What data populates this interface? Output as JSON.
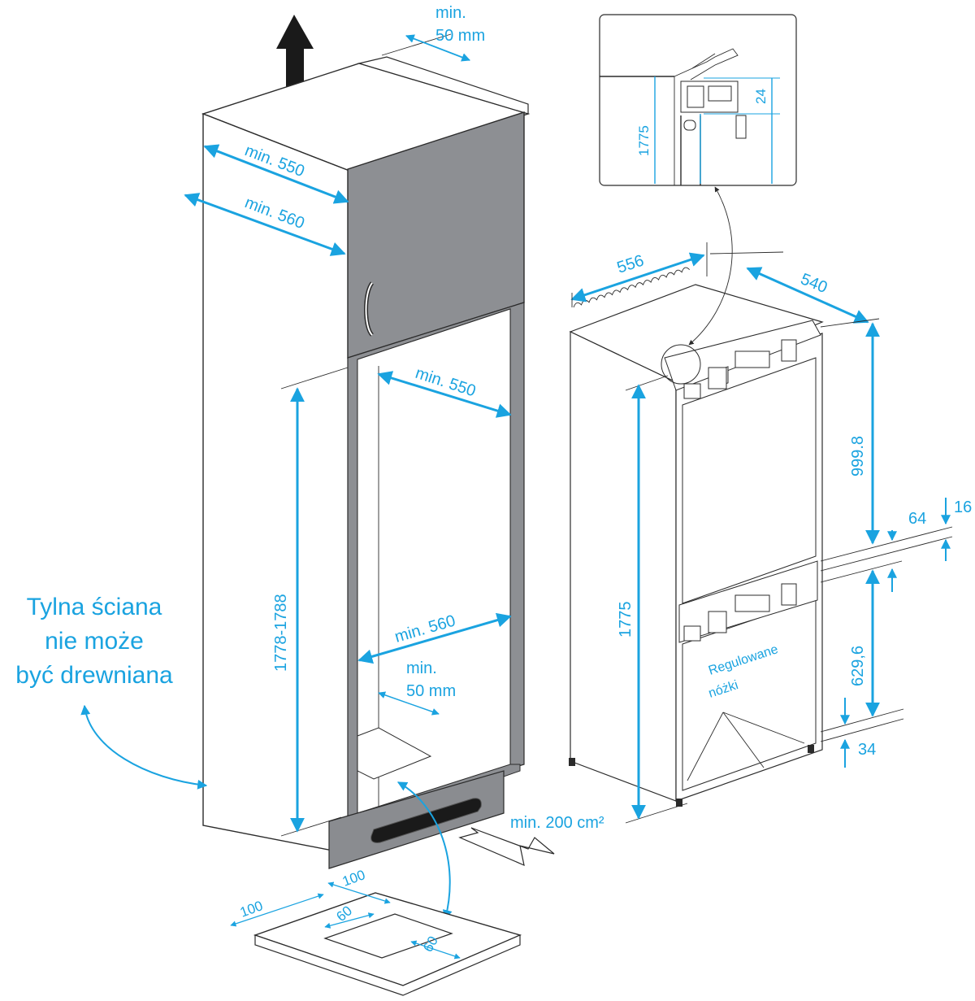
{
  "cabinet": {
    "top_clearance": "min.\n50 mm",
    "top_clearance_line1": "min.",
    "top_clearance_line2": "50 mm",
    "depth_top_550": "min. 550",
    "depth_top_560": "min. 560",
    "inner_depth_550": "min. 550",
    "inner_depth_560": "min. 560",
    "bottom_clearance_line1": "min.",
    "bottom_clearance_line2": "50 mm",
    "niche_height": "1778-1788",
    "vent_area": "min. 200 cm²"
  },
  "wall_note": {
    "line1": "Tylna ściana",
    "line2": "nie może",
    "line3": "być drewniana"
  },
  "plinth": {
    "a": "100",
    "b": "100",
    "c": "60",
    "d": "60"
  },
  "fridge": {
    "width": "556",
    "depth": "540",
    "height": "1775",
    "upper_door": "999.8",
    "lower_door": "629,6",
    "gap_64": "64",
    "gap_16": "16",
    "gap_34": "34",
    "feet_label_line1": "Regulowane",
    "feet_label_line2": "nóżki"
  },
  "detail": {
    "height": "1775",
    "offset": "24"
  },
  "colors": {
    "dimension": "#1aa3e0",
    "door_panel": "#8d8f93",
    "plinth_panel": "#8a8c90",
    "outline": "#2b2b2b"
  }
}
